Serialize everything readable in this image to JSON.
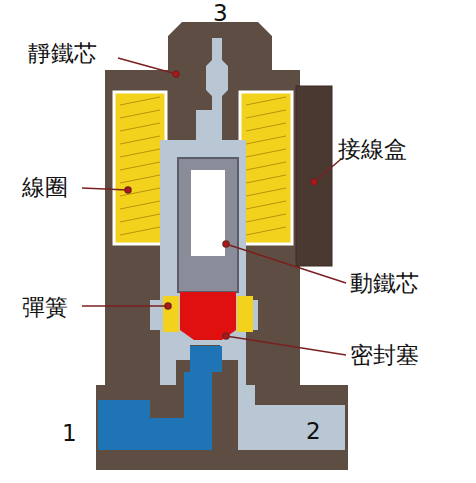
{
  "diagram": {
    "labels": [
      "3",
      "靜鐵芯",
      "線圈",
      "接線盒",
      "動鐵芯",
      "彈簧",
      "密封塞",
      "1",
      "2"
    ]
  }
}
